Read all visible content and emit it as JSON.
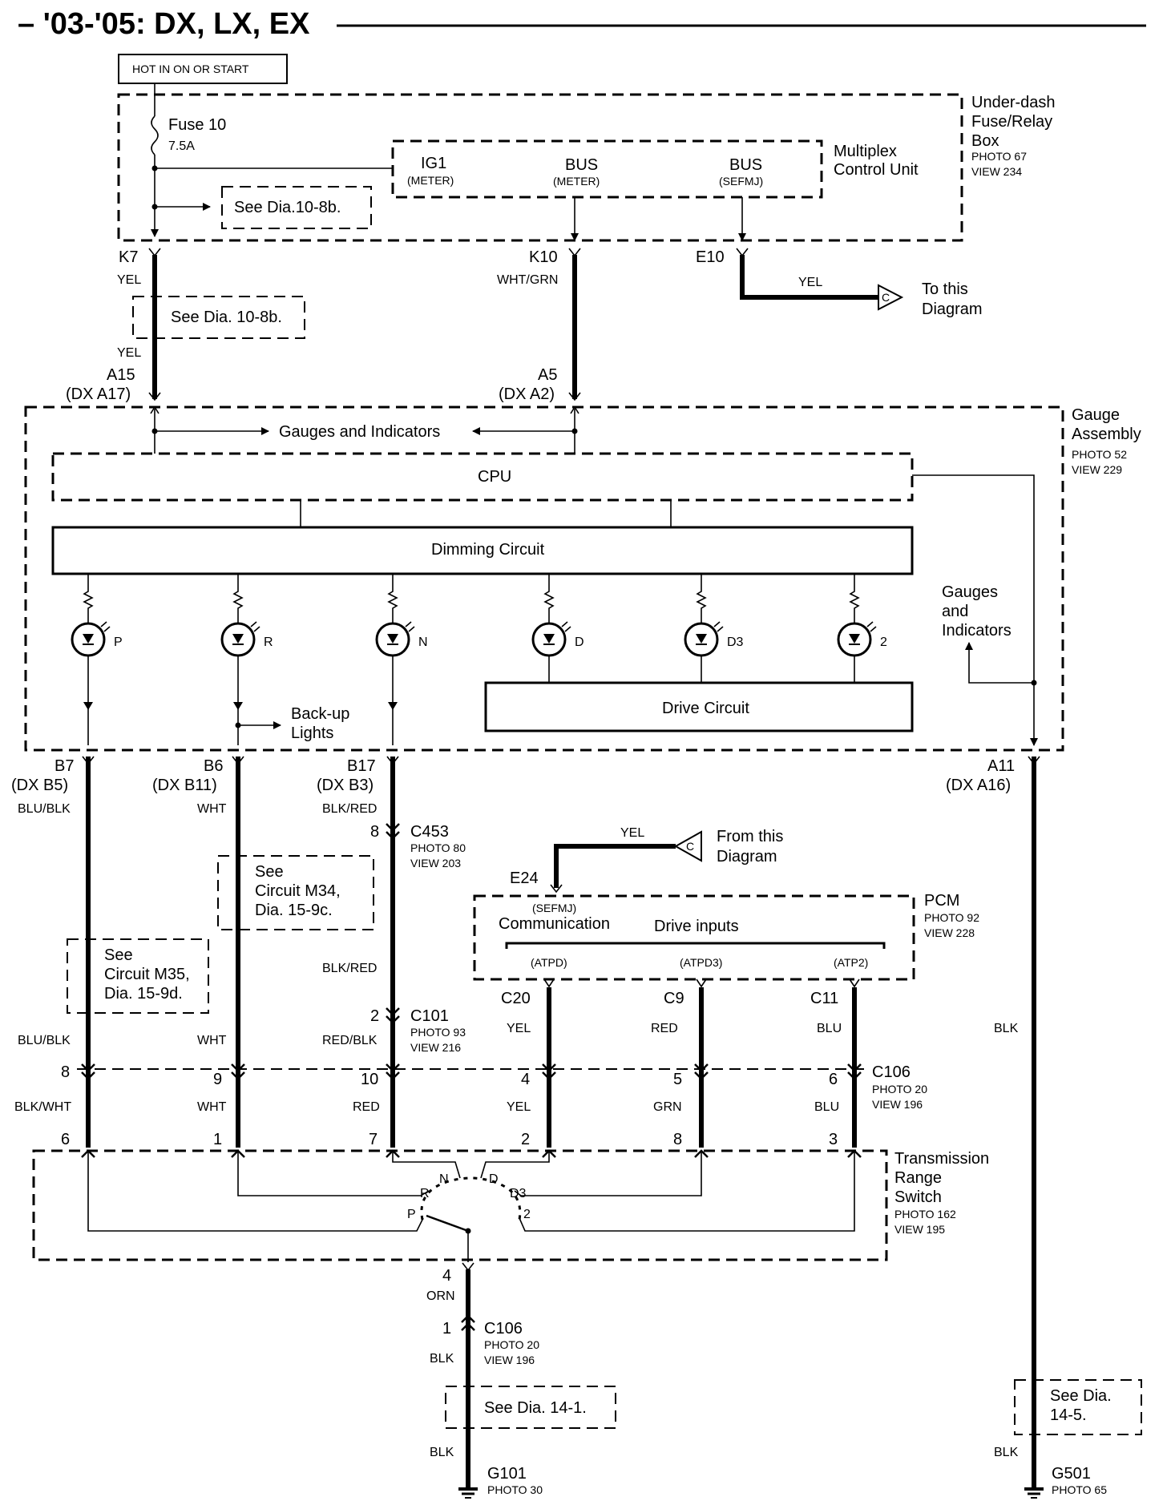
{
  "header": {
    "title": "– '03-'05: DX, LX, EX"
  },
  "power": {
    "label": "HOT IN ON OR START",
    "fuse": "Fuse 10",
    "fuse_rating": "7.5A"
  },
  "fuse_box": {
    "line1": "Under-dash",
    "line2": "Fuse/Relay",
    "line3": "Box",
    "photo": "PHOTO 67",
    "view": "VIEW 234"
  },
  "mcu": {
    "line1": "Multiplex",
    "line2": "Control Unit",
    "ig1": "IG1",
    "ig1_sub": "(METER)",
    "bus1": "BUS",
    "bus1_sub": "(METER)",
    "bus2": "BUS",
    "bus2_sub": "(SEFMJ)"
  },
  "refs": {
    "dia_10_8b_a": "See Dia.10-8b.",
    "dia_10_8b_b": "See Dia. 10-8b.",
    "m34": [
      "See",
      "Circuit M34,",
      "Dia. 15-9c."
    ],
    "m35": [
      "See",
      "Circuit M35,",
      "Dia. 15-9d."
    ],
    "dia_14_1": "See Dia. 14-1.",
    "dia_14_5": [
      "See Dia.",
      "14-5."
    ]
  },
  "upper_terminals": {
    "k7": "K7",
    "k10": "K10",
    "e10": "E10",
    "yel": "YEL",
    "wht_grn": "WHT/GRN",
    "a15": "A15",
    "a15_dx": "(DX A17)",
    "a5": "A5",
    "a5_dx": "(DX A2)"
  },
  "to_diagram": {
    "wire": "YEL",
    "tag": "C",
    "line1": "To this",
    "line2": "Diagram"
  },
  "gauge": {
    "line1": "Gauge",
    "line2": "Assembly",
    "photo": "PHOTO 52",
    "view": "VIEW 229",
    "gauges_indicators": "Gauges and Indicators",
    "gi_right": [
      "Gauges",
      "and",
      "Indicators"
    ],
    "cpu": "CPU",
    "dimming": "Dimming Circuit",
    "drive": "Drive Circuit",
    "lamps": [
      "P",
      "R",
      "N",
      "D",
      "D3",
      "2"
    ],
    "backup": [
      "Back-up",
      "Lights"
    ]
  },
  "lower_terminals": {
    "b7": "B7",
    "b7_dx": "(DX B5)",
    "b6": "B6",
    "b6_dx": "(DX B11)",
    "b17": "B17",
    "b17_dx": "(DX B3)",
    "a11": "A11",
    "a11_dx": "(DX A16)",
    "blu_blk": "BLU/BLK",
    "wht": "WHT",
    "blk_red": "BLK/RED",
    "red_blk": "RED/BLK",
    "blk": "BLK",
    "blk_wht": "BLK/WHT",
    "red": "RED",
    "yel": "YEL",
    "grn": "GRN",
    "blu": "BLU",
    "orn": "ORN"
  },
  "connectors": {
    "c453": "C453",
    "c453_photo": "PHOTO 80",
    "c453_view": "VIEW 203",
    "c453_pin": "8",
    "c101": "C101",
    "c101_photo": "PHOTO 93",
    "c101_view": "VIEW 216",
    "c101_pin": "2",
    "c106": "C106",
    "c106_photo": "PHOTO 20",
    "c106_view": "VIEW 196",
    "c106_pins": [
      "8",
      "9",
      "10",
      "4",
      "5",
      "6"
    ],
    "trs_pins": [
      "6",
      "1",
      "7",
      "2",
      "8",
      "3"
    ],
    "c106b_pin_top": "4",
    "c106b_pin": "1"
  },
  "from_diagram": {
    "wire": "YEL",
    "tag": "C",
    "line1": "From this",
    "line2": "Diagram",
    "e24": "E24"
  },
  "pcm": {
    "title": "PCM",
    "photo": "PHOTO 92",
    "view": "VIEW 228",
    "sefmj": "(SEFMJ)",
    "communication": "Communication",
    "drive_inputs": "Drive inputs",
    "atpd": "(ATPD)",
    "atpd3": "(ATPD3)",
    "atp2": "(ATP2)",
    "c20": "C20",
    "c9": "C9",
    "c11": "C11"
  },
  "trs": {
    "line1": "Transmission",
    "line2": "Range",
    "line3": "Switch",
    "photo": "PHOTO 162",
    "view": "VIEW 195",
    "positions": [
      "P",
      "R",
      "N",
      "D",
      "D3",
      "2"
    ]
  },
  "grounds": {
    "g101": "G101",
    "g101_photo": "PHOTO 30",
    "g501": "G501",
    "g501_photo": "PHOTO 65"
  }
}
